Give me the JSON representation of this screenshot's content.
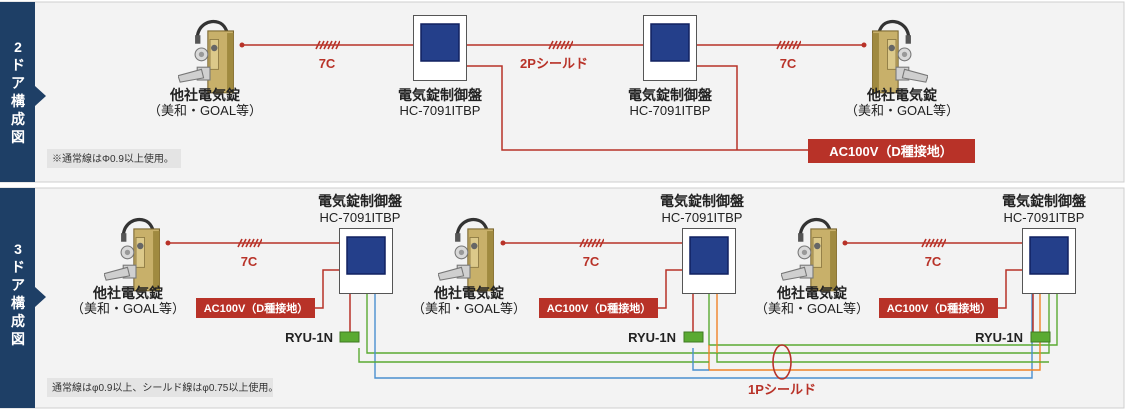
{
  "colors": {
    "red": "#b83228",
    "navy": "#1e3f66",
    "green": "#5aaa32",
    "orange": "#f08228",
    "blue": "#4a8fd0",
    "panel": "#f3f3f3",
    "note_bg": "#e4e4e4"
  },
  "icons": {
    "lock": "door-lock-icon",
    "controller": "controller-panel-icon"
  },
  "labels": {
    "lock_name": "他社電気錠",
    "lock_sub": "（美和・GOAL等）",
    "ctrl_name": "電気錠制御盤",
    "ctrl_model": "HC-7091ITBP",
    "cable_7c": "7C",
    "cable_2p": "2Pシールド",
    "cable_1p": "1Pシールド",
    "ac": "AC100V（D種接地）",
    "ryu": "RYU-1N"
  },
  "section1": {
    "tab": [
      "2",
      "ド",
      "ア",
      "構",
      "成",
      "図"
    ],
    "note": "※通常線はΦ0.9以上使用。"
  },
  "section2": {
    "tab": [
      "3",
      "ド",
      "ア",
      "構",
      "成",
      "図"
    ],
    "note": "通常線はφ0.9以上、シールド線はφ0.75以上使用。"
  }
}
